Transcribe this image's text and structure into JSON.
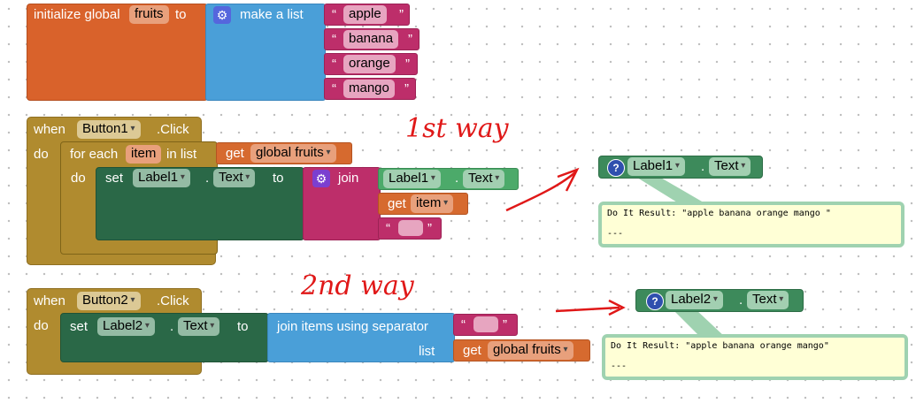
{
  "init_block": {
    "initialize_label": "initialize global",
    "var_name": "fruits",
    "to_label": "to",
    "make_list_label": "make a list",
    "items": [
      "apple",
      "banana",
      "orange",
      "mango"
    ],
    "quote_open": "“",
    "quote_close": "”"
  },
  "event1": {
    "when_label": "when",
    "component": "Button1",
    "event": ".Click",
    "do_label": "do",
    "for_each_label": "for each",
    "loop_var": "item",
    "in_list_label": "in list",
    "get_label": "get",
    "get_var": "global fruits",
    "inner_do_label": "do",
    "set_label": "set",
    "set_component": "Label1",
    "dot": ".",
    "set_property": "Text",
    "to_label": "to",
    "join_label": "join",
    "join_arg1_component": "Label1",
    "join_arg1_property": "Text",
    "join_arg2_get": "get",
    "join_arg2_var": "item"
  },
  "event2": {
    "when_label": "when",
    "component": "Button2",
    "event": ".Click",
    "do_label": "do",
    "set_label": "set",
    "set_component": "Label2",
    "dot": ".",
    "set_property": "Text",
    "to_label": "to",
    "join_sep_label": "join items using separator",
    "list_label": "list",
    "get_label": "get",
    "get_var": "global fruits"
  },
  "watch1": {
    "component": "Label1",
    "dot": ".",
    "property": "Text",
    "result_line": "Do It Result: \"apple    banana    orange    mango    \"",
    "result_tail": "---"
  },
  "watch2": {
    "component": "Label2",
    "dot": ".",
    "property": "Text",
    "result_line": "Do It Result: \"apple    banana    orange    mango\"",
    "result_tail": "---"
  },
  "annotations": {
    "first": "1st way",
    "second": "2nd way"
  },
  "colors": {
    "variables": "#d9622b",
    "lists": "#4a9fd8",
    "text": "#bd2e6a",
    "control": "#b08b2f",
    "component": "#2a6847",
    "annotation": "#e01818"
  }
}
